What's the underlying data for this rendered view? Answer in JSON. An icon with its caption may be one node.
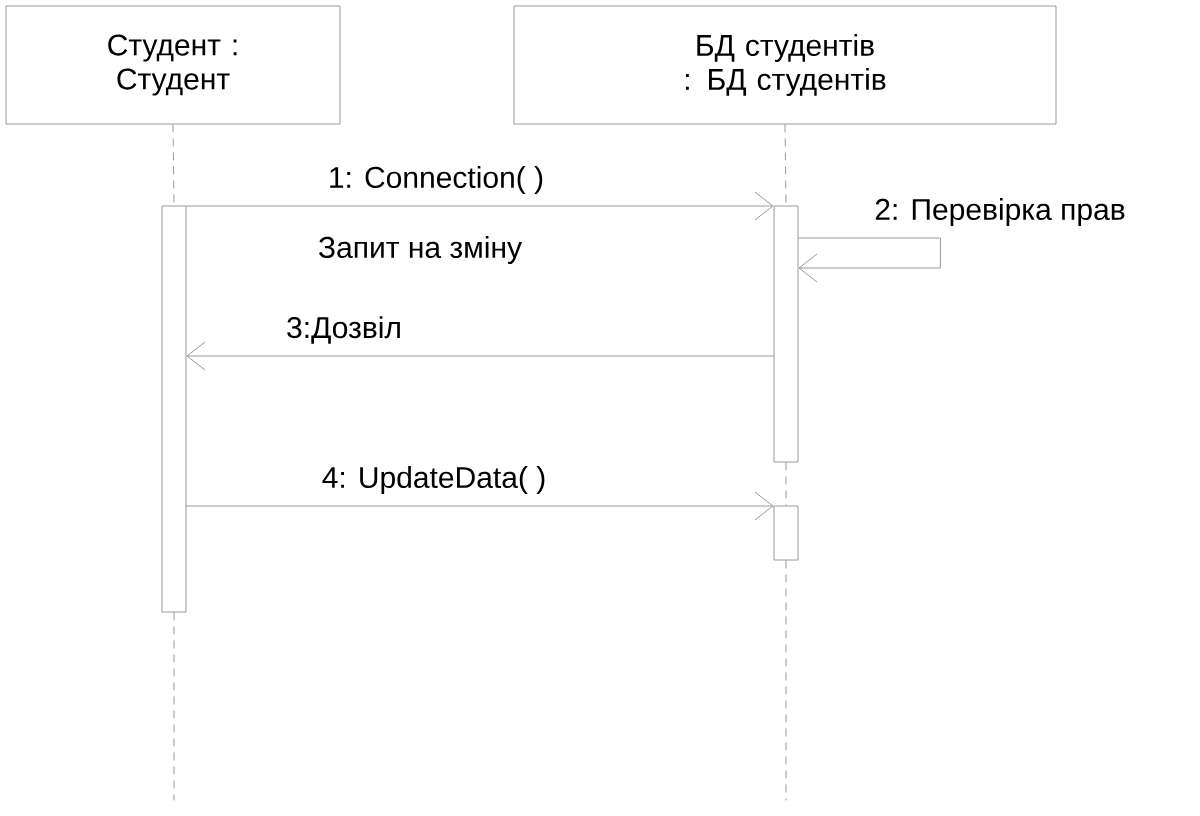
{
  "diagram": {
    "nodes": [
      {
        "text": [
          "Студент : Студент"
        ]
      },
      {
        "text": [
          "БД студентів : БД студентів"
        ]
      },
      {
        "text": [],
        "shape": "bar"
      },
      {
        "text": [],
        "shape": "bar"
      },
      {
        "text": [],
        "shape": "bar"
      }
    ],
    "edges": [
      {
        "from": 0,
        "to": 2,
        "arrow": "none",
        "style": "dashed"
      },
      {
        "from": 1,
        "to": 3,
        "arrow": "none",
        "style": "dashed"
      },
      {
        "from": 3,
        "to": 4,
        "arrow": "none",
        "style": "dashed"
      },
      {
        "from": 2,
        "to": 3,
        "arrow": "to",
        "label": "1: Connection( )"
      },
      {
        "from": 3,
        "to": 3,
        "arrow": "to",
        "label": "2: Перевірка прав"
      },
      {
        "from": 3,
        "to": 2,
        "arrow": "to",
        "label": "3:Дозвіл"
      },
      {
        "from": 2,
        "to": 4,
        "arrow": "to",
        "label": "4: UpdateData( )"
      }
    ],
    "labels": [
      "Запит на зміну"
    ]
  }
}
